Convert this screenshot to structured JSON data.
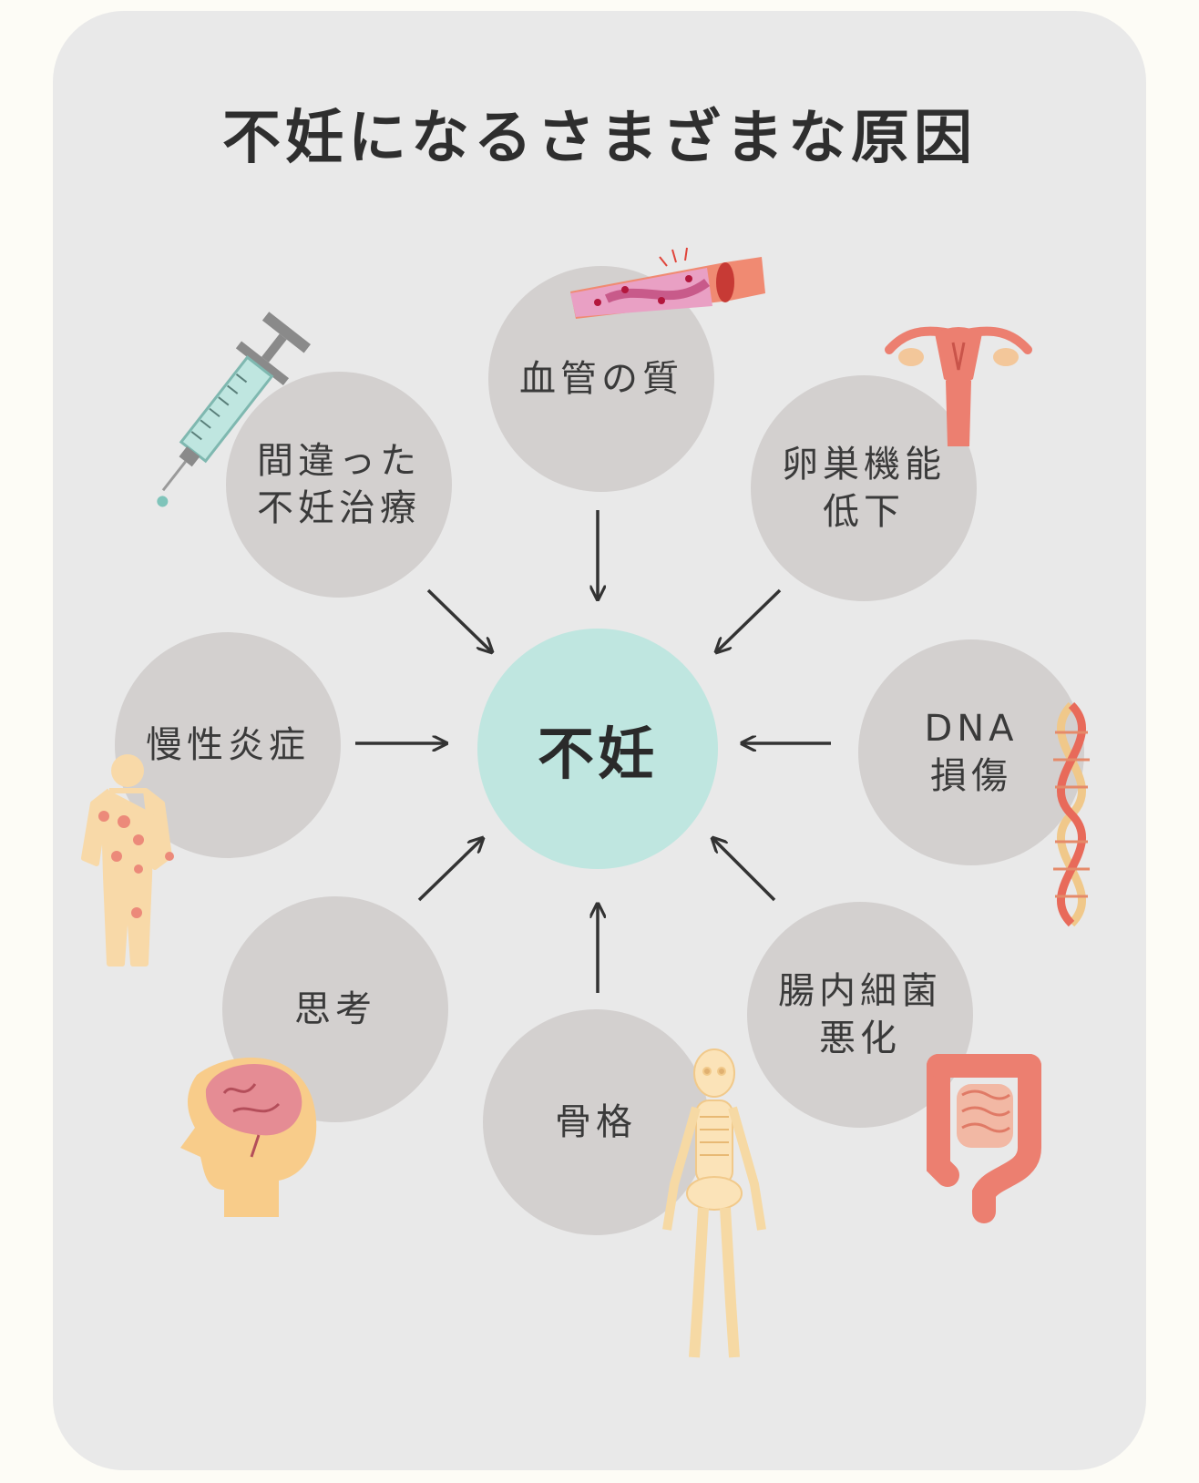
{
  "title": "不妊になるさまざまな原因",
  "center": {
    "label": "不妊"
  },
  "causes": [
    {
      "id": "blood-vessel",
      "label": "血管の質",
      "icon": "blood-vessel-icon"
    },
    {
      "id": "ovary",
      "label": "卵巣機能\n低下",
      "icon": "uterus-ovary-icon"
    },
    {
      "id": "dna",
      "label": "DNA\n損傷",
      "icon": "dna-helix-icon"
    },
    {
      "id": "gut",
      "label": "腸内細菌\n悪化",
      "icon": "intestine-icon"
    },
    {
      "id": "skeleton",
      "label": "骨格",
      "icon": "skeleton-icon"
    },
    {
      "id": "thinking",
      "label": "思考",
      "icon": "brain-head-icon"
    },
    {
      "id": "inflammation",
      "label": "慢性炎症",
      "icon": "inflamed-body-icon"
    },
    {
      "id": "treatment",
      "label": "間違った\n不妊治療",
      "icon": "syringe-icon"
    }
  ],
  "colors": {
    "background": "#fdfcf6",
    "card": "#e9e9e9",
    "node": "#d3d0cf",
    "center": "#bfe6e0",
    "arrow": "#333333"
  }
}
